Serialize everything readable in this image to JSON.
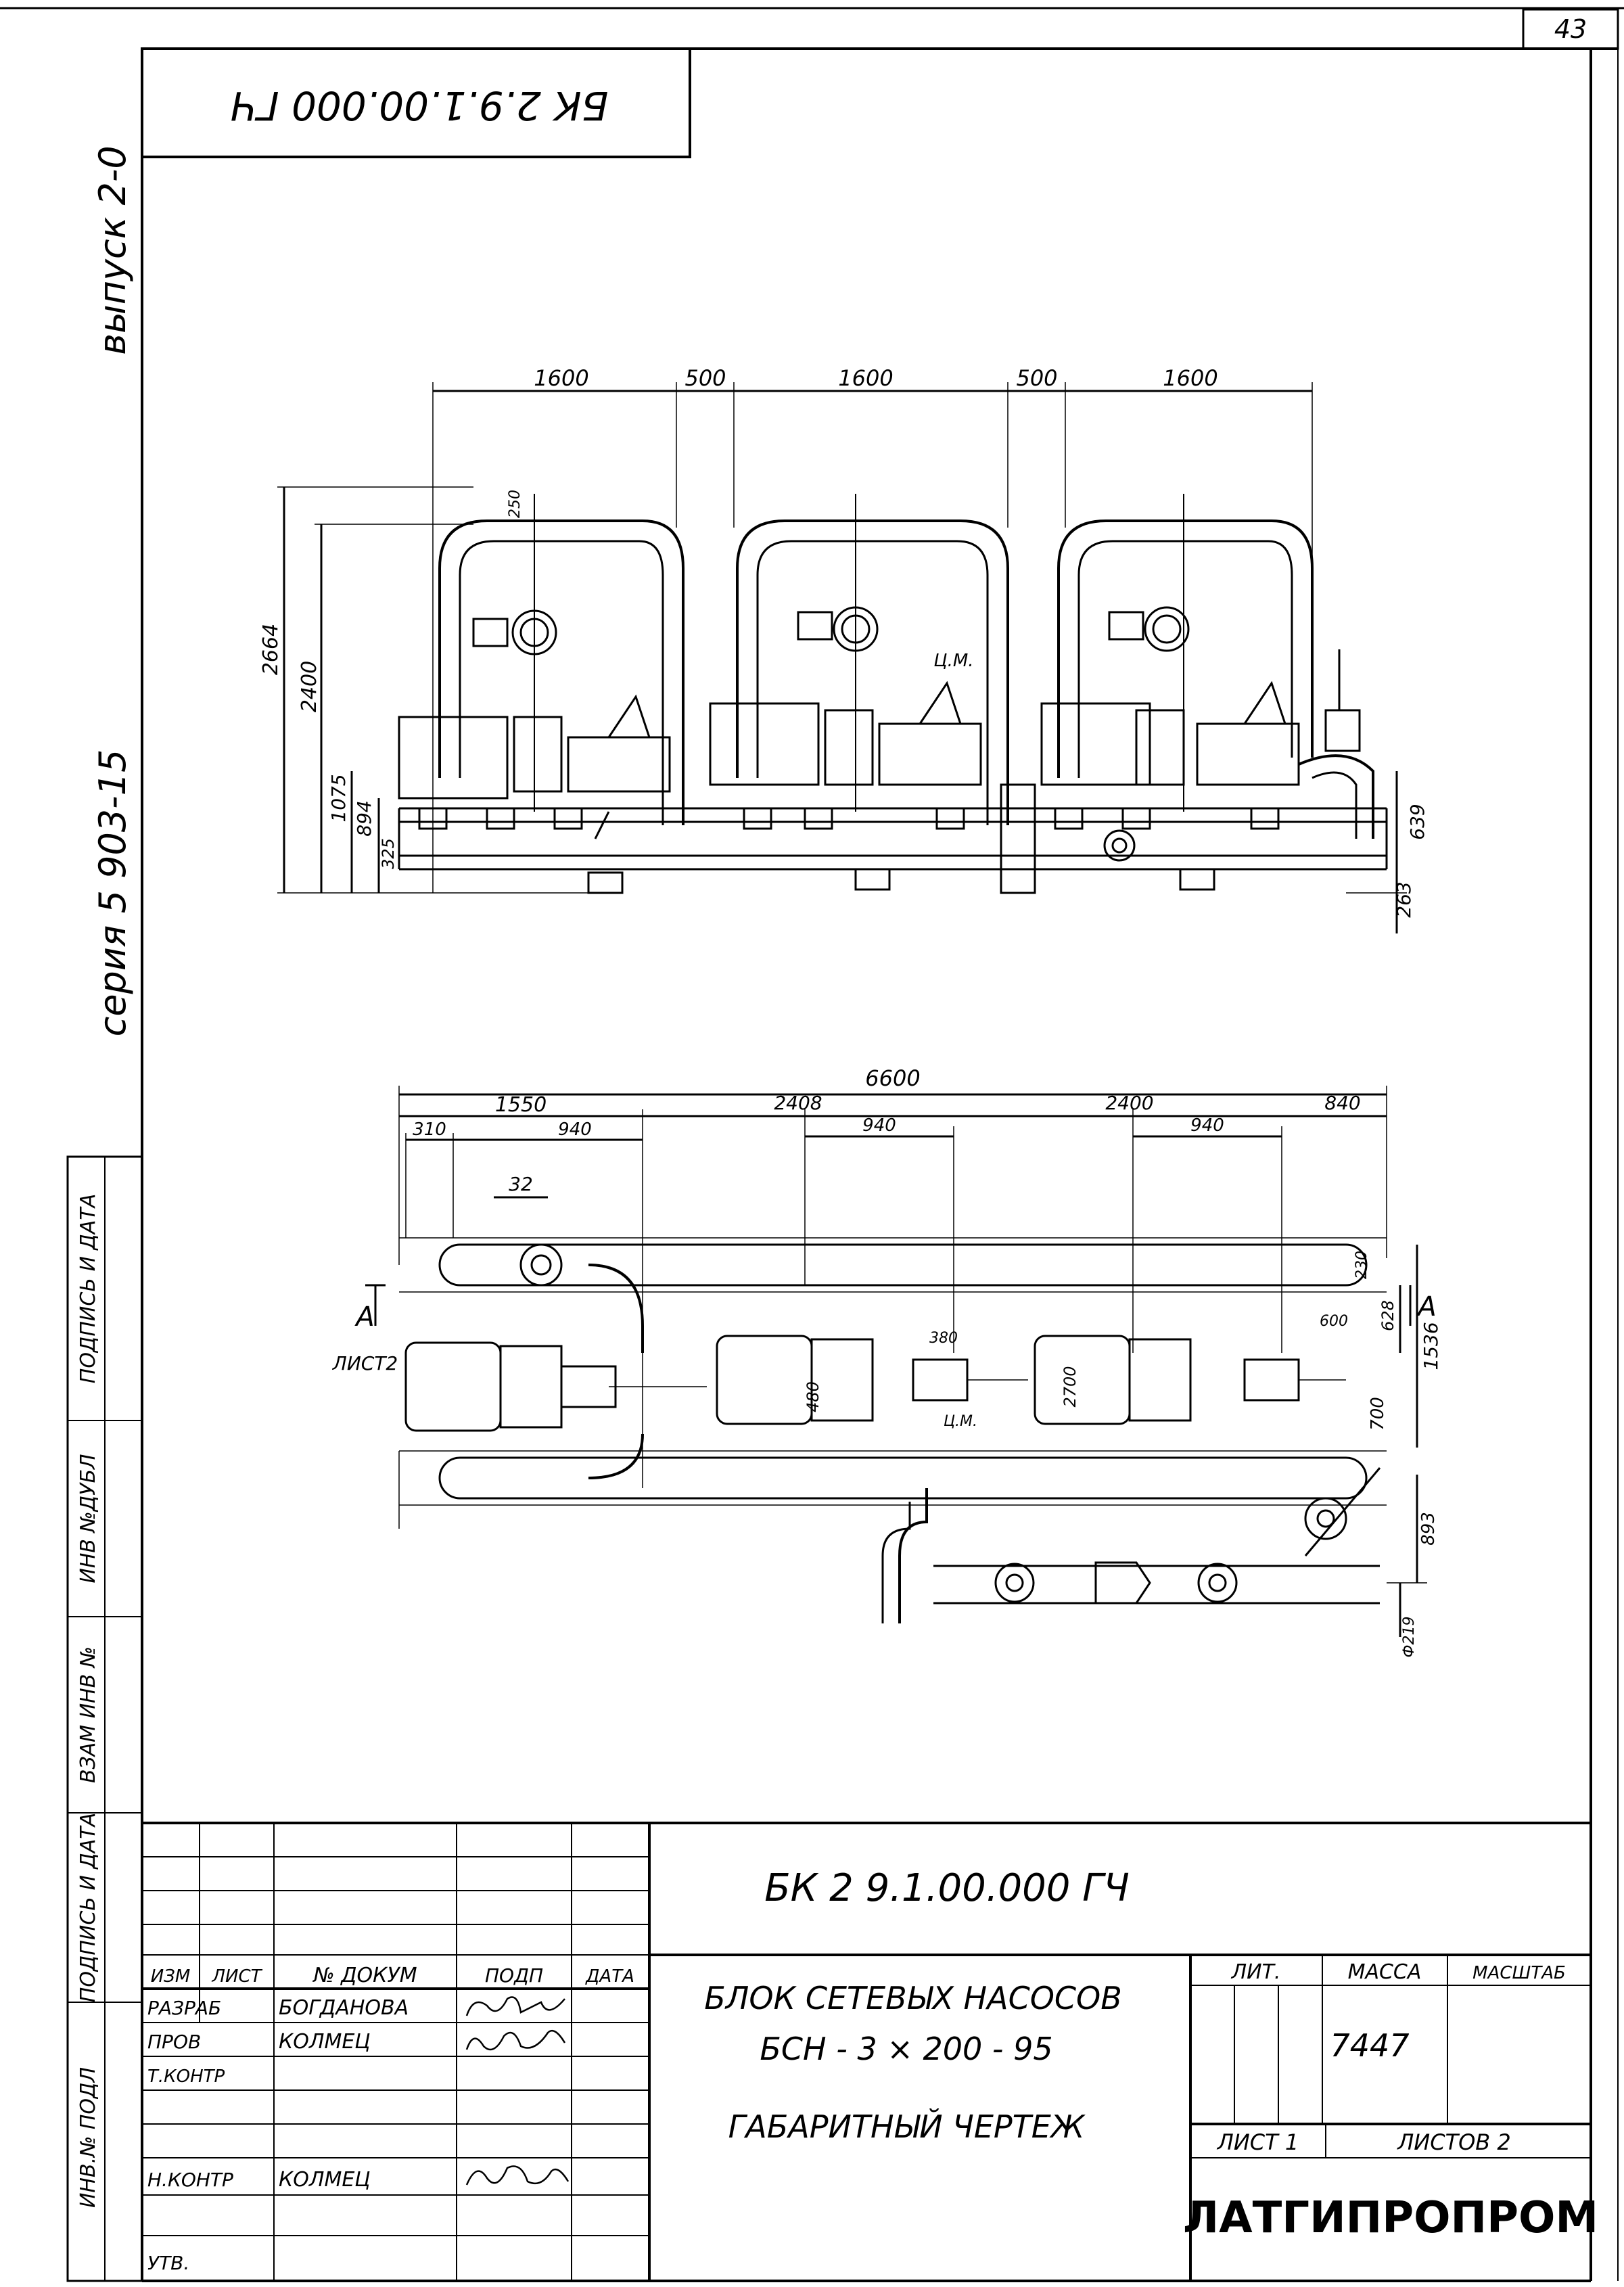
{
  "sheet": {
    "page_number": "43",
    "code_top_rotated": "БК 2.9.1.00.000 ГЧ",
    "side_vypusk": "выпуск 2-0",
    "side_seriya": "серия 5 903-15",
    "left_margin_labels": [
      "ИНВ.№ ПОДЛ",
      "ПОДПИСЬ И ДАТА",
      "ВЗАМ ИНВ №",
      "ИНВ №ДУБЛ",
      "ПОДПИСЬ И ДАТА"
    ]
  },
  "front_view": {
    "dims_top": [
      "1600",
      "500",
      "1600",
      "500",
      "1600"
    ],
    "dims_left": [
      "2664",
      "2400",
      "1075",
      "894",
      "325",
      "250"
    ],
    "dims_right": [
      "639",
      "263"
    ],
    "label_cm": "Ц.М."
  },
  "plan_view": {
    "dims_top_overall": "6600",
    "dims_top_row2": [
      "1550",
      "2408",
      "2400",
      "840"
    ],
    "dims_top_row3": [
      "310",
      "940",
      "940",
      "940"
    ],
    "dim_32": "32",
    "dims_right": [
      "230",
      "628",
      "1536",
      "700",
      "893",
      "Ф219"
    ],
    "section_left": "А",
    "section_left_sheet": "ЛИСТ2",
    "section_right": "А",
    "inner_labels": [
      "380",
      "480",
      "2700",
      "600",
      "Ц.М."
    ]
  },
  "title_block": {
    "code": "БК 2 9.1.00.000 ГЧ",
    "name_lines": [
      "БЛОК СЕТЕВЫХ НАСОСОВ",
      "БСН - 3 × 200 - 95",
      "ГАБАРИТНЫЙ ЧЕРТЕЖ"
    ],
    "lit_header": "ЛИТ.",
    "massa_header": "МАССА",
    "masshtab_header": "МАСШТАБ",
    "massa_value": "7447",
    "list_label": "ЛИСТ 1",
    "listov_label": "ЛИСТОВ 2",
    "org": "ЛАТГИПРОПРОМ",
    "cols": [
      "ИЗМ",
      "ЛИСТ",
      "№ ДОКУМ",
      "ПОДП",
      "ДАТА"
    ],
    "rows": [
      {
        "role": "РАЗРАБ",
        "name": "БОГДАНОВА"
      },
      {
        "role": "ПРОВ",
        "name": "КОЛМЕЦ"
      },
      {
        "role": "Т.КОНТР",
        "name": ""
      },
      {
        "role": "",
        "name": ""
      },
      {
        "role": "Н.КОНТР",
        "name": "КОЛМЕЦ"
      },
      {
        "role": "УТВ.",
        "name": ""
      }
    ]
  }
}
